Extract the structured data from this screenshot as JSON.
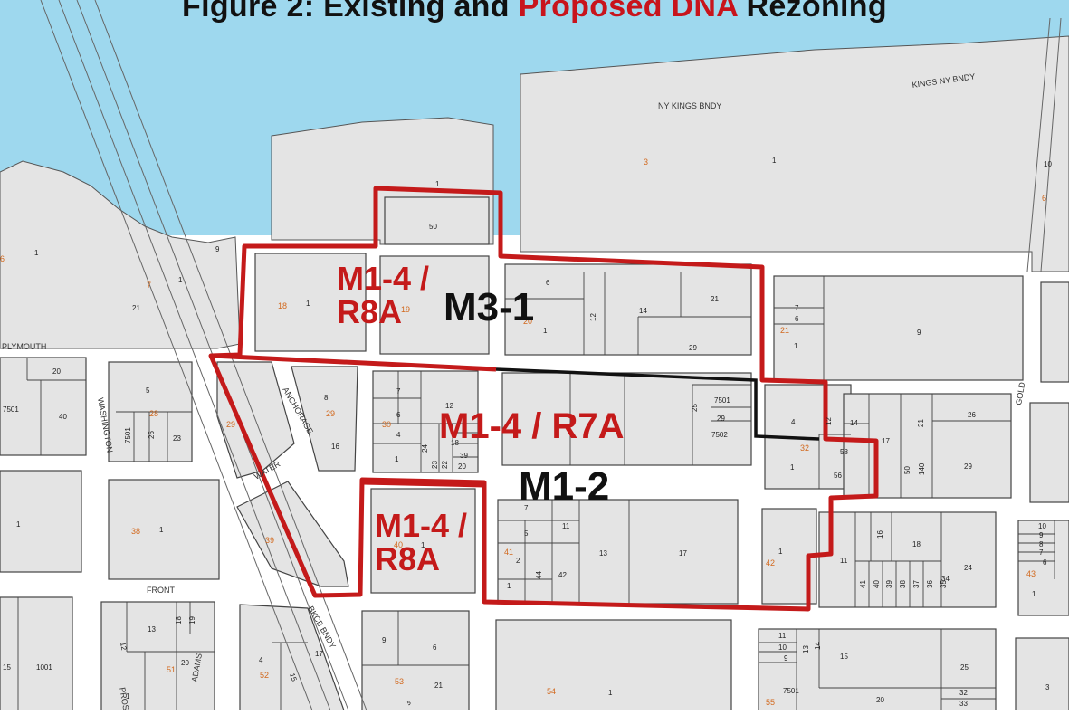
{
  "title": {
    "part1": "Figure 2: Existing and ",
    "part2": "Proposed DNA",
    "part3": " Rezoning"
  },
  "colors": {
    "water": "#9ed8ee",
    "land": "#e4e4e4",
    "street": "#ffffff",
    "proposed_boundary": "#c41a1a",
    "existing_boundary": "#111111",
    "lot_number": "#d2691e"
  },
  "zoning_labels": {
    "m1_4_r8a_north": "M1-4 /\nR8A",
    "m3_1": "M3-1",
    "m1_4_r7a": "M1-4 / R7A",
    "m1_2": "M1-2",
    "m1_4_r8a_south": "M1-4 /\nR8A"
  },
  "streets": {
    "plymouth": "PLYMOUTH",
    "washington": "WASHINGTON",
    "anchorage": "ANCHORAGE",
    "water": "WATER",
    "front": "FRONT",
    "adams": "ADAMS",
    "pierrepont": "PROSPECT",
    "gold": "GOLD",
    "ny_kings_bndy": "NY KINGS BNDY",
    "kings_ny_bndy": "KINGS NY BNDY",
    "bk_bndy": "BKCB BNDY"
  },
  "block_numbers": {
    "b1": "1",
    "b3": "3",
    "b6": "6",
    "b7": "7",
    "b18": "18",
    "b19": "19",
    "b20": "20",
    "b21": "21",
    "b28": "28",
    "b29": "29",
    "b30": "30",
    "b32": "32",
    "b38": "38",
    "b39": "39",
    "b40": "40",
    "b41": "41",
    "b42": "42",
    "b43": "43",
    "b51": "51",
    "b52": "52",
    "b53": "53",
    "b54": "54",
    "b55": "55"
  },
  "lot_numbers": {
    "l1": "1",
    "l50": "50",
    "l6": "6",
    "l12": "12",
    "l14": "14",
    "l21": "21",
    "l29": "29",
    "l9": "9",
    "l7": "7",
    "l5": "5",
    "l7501": "7501",
    "l7502": "7502",
    "l40": "40",
    "l23": "23",
    "l26": "26",
    "l8": "8",
    "l16": "16",
    "l4": "4",
    "l24": "24",
    "l18": "18",
    "l39": "39",
    "l22": "22",
    "l20": "20",
    "l25": "25",
    "l17": "17",
    "l58": "58",
    "l56": "56",
    "l140": "140",
    "l13": "13",
    "l11": "11",
    "l2": "2",
    "l44": "44",
    "l42": "42",
    "l10": "10",
    "l15": "15",
    "l1001": "1001",
    "l3": "3",
    "l33": "33",
    "l32": "32",
    "l19": "19",
    "l36": "36",
    "l35": "35",
    "l34": "34",
    "l37": "37",
    "l38": "38",
    "l41": "41"
  }
}
